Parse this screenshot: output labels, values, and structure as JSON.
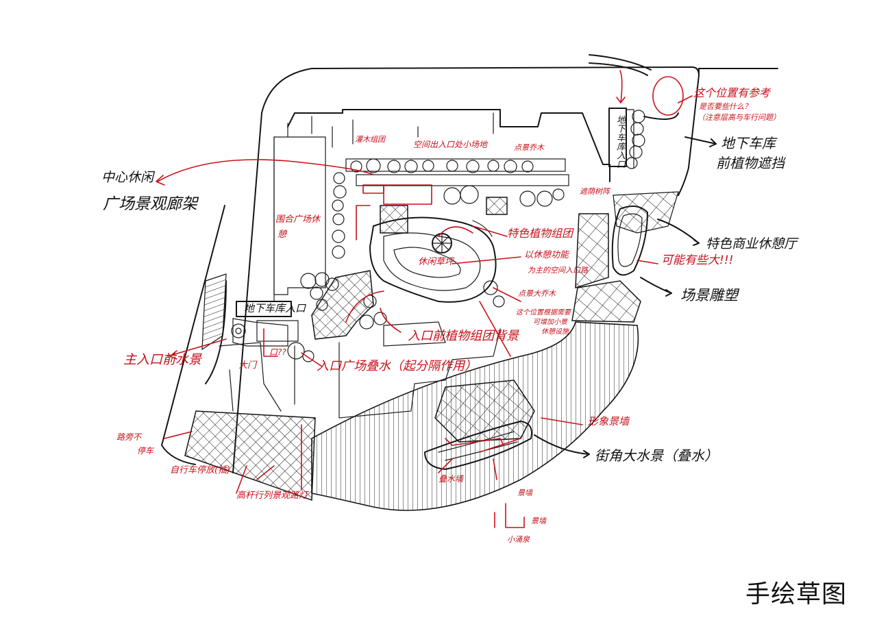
{
  "caption": "手绘草图",
  "labels": {
    "black": {
      "central_leisure": "中心休闲",
      "plaza_pergola": "广场景观廊架",
      "underground_garage_right_1": "地下车库",
      "underground_garage_right_2": "前植物遮挡",
      "garage_vertical": "地下车库入口",
      "garage_entrance": "地下车库入口",
      "feature_commercial": "特色商业休憩厅",
      "scene_sculpture": "场景雕塑",
      "corner_water": "街角大水景（叠水）"
    },
    "red": {
      "main_water": "主入口前水景",
      "main_gate": "大门",
      "gate_note": "口??",
      "entrance_plaza": "入口广场叠水（起分隔作用）",
      "entrance_planting": "入口前植物组团背景",
      "feature_planting": "特色植物组团",
      "possible_enlarge": "可能有些大!!!",
      "position_note_1": "这个位置有参考",
      "position_note_2": "是否要些什么？",
      "position_note_3": "（注意层高与车行问题）",
      "leisure_lawn": "休闲草坪",
      "space_small_plaza": "空间出入口处小场地",
      "focal_tree_top": "点景乔木",
      "shrub_group": "灌木组团",
      "focal_tree_mid": "点景大乔木",
      "leisure_function": "以休憩功能",
      "space_path": "为主的空间入口路",
      "plaza_leisure_1": "围合广场休",
      "plaza_leisure_2": "憩",
      "scene_wall": "形象景墙",
      "parking_1": "路旁不",
      "parking_2": "停车",
      "bike_path": "自行车停放(插)",
      "landscape_lamp": "高杆行列景观路灯",
      "scene_wall_small": "景墙",
      "fountain": "小涌泉",
      "waterfall": "叠水墙",
      "scene_ref": "景墙",
      "shade_trees": "遮荫树阵",
      "small_note_a": "这个位置根据需要",
      "small_note_b": "可增加小景",
      "small_note_c": "休憩设施"
    }
  },
  "colors": {
    "ink": "#141414",
    "annotation_red": "#c8101a",
    "paper": "#ffffff"
  }
}
